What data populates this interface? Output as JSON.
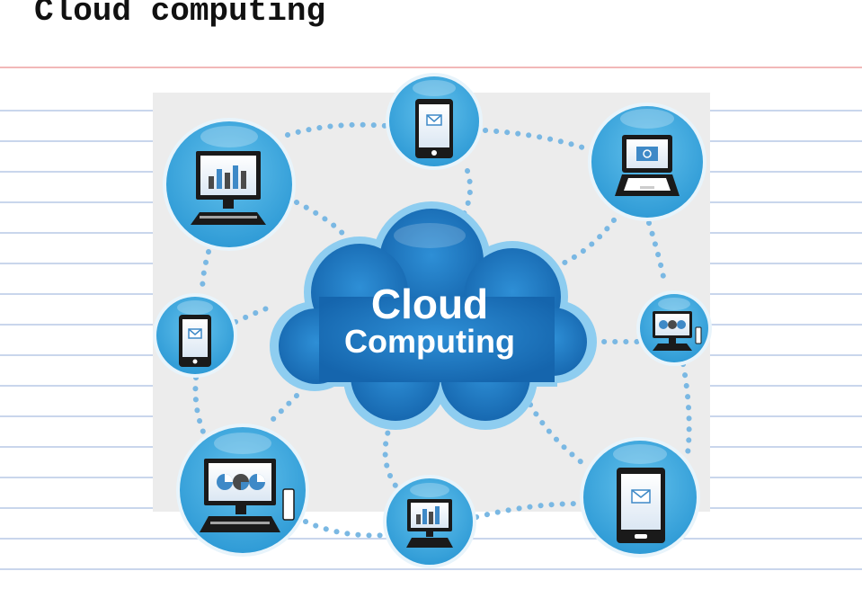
{
  "page": {
    "title": "Cloud computing"
  },
  "diagram": {
    "cloud_label_line1": "Cloud",
    "cloud_label_line2": "Computing",
    "colors": {
      "node_fill": "#3ea7dc",
      "node_edge": "#e8f4fb",
      "cloud_fill": "#1f78c2",
      "cloud_edge": "#8ecdf0",
      "connector": "#7ab8e3",
      "device": "#1a1a1a",
      "panel": "#ececec"
    },
    "nodes": [
      {
        "id": "desktop-bar-chart-top-left",
        "icon": "desktop-monitor-bar-chart-icon"
      },
      {
        "id": "smartphone-top-center",
        "icon": "smartphone-icon"
      },
      {
        "id": "laptop-top-right",
        "icon": "laptop-icon"
      },
      {
        "id": "smartphone-middle-left",
        "icon": "smartphone-icon"
      },
      {
        "id": "desktop-pie-chart-right",
        "icon": "desktop-pie-chart-icon"
      },
      {
        "id": "desktop-pie-chart-bottom-left",
        "icon": "desktop-pie-chart-icon"
      },
      {
        "id": "desktop-bar-chart-bottom-center",
        "icon": "desktop-monitor-bar-chart-icon"
      },
      {
        "id": "tablet-bottom-right",
        "icon": "tablet-icon"
      }
    ]
  }
}
